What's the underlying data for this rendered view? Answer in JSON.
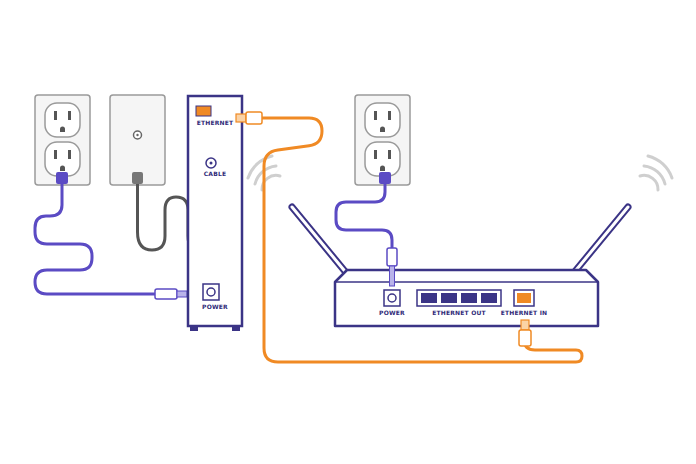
{
  "diagram": {
    "nodes": [
      {
        "text": [
          "ETHERNET",
          "CABLE",
          "POWER"
        ]
      },
      {
        "text": [
          "POWER",
          "ETHERNET OUT",
          "ETHERNET IN"
        ]
      }
    ],
    "edges": [
      {
        "from": 0,
        "to": 1,
        "arrow": "none"
      }
    ]
  }
}
